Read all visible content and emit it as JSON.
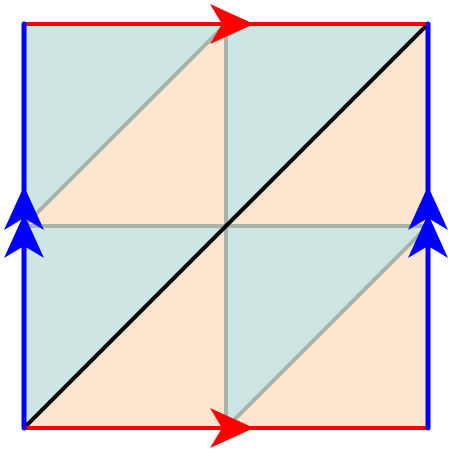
{
  "figure": {
    "kind": "square-gluing-diagram",
    "background": "#ffffff",
    "colors": {
      "teal_region": "#cde6e4",
      "peach_region": "#fde5cf",
      "grid_lines": "#a8b4aa",
      "main_diagonal": "#000000",
      "horizontal_edges": "#ff0000",
      "vertical_edges": "#0000ff"
    },
    "regions": [
      {
        "name": "teal-triangle-top-left",
        "fill": "teal"
      },
      {
        "name": "peach-triangle-top-left",
        "fill": "peach"
      },
      {
        "name": "teal-triangle-top-right",
        "fill": "teal"
      },
      {
        "name": "peach-triangle-top-right",
        "fill": "peach"
      },
      {
        "name": "teal-triangle-bottom-left",
        "fill": "teal"
      },
      {
        "name": "peach-triangle-bottom-left",
        "fill": "peach"
      },
      {
        "name": "teal-triangle-bottom-right",
        "fill": "teal"
      },
      {
        "name": "peach-triangle-bottom-right",
        "fill": "peach"
      }
    ],
    "edge_markings": {
      "horizontal_edges": {
        "arrow_count": 1,
        "direction": "right"
      },
      "vertical_edges": {
        "arrow_count": 2,
        "direction": "up"
      }
    }
  }
}
